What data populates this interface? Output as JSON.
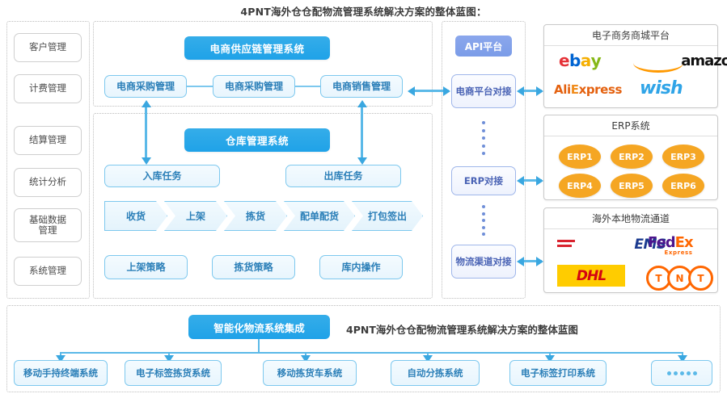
{
  "title": "4PNT海外仓仓配物流管理系统解决方案的整体蓝图：",
  "colors": {
    "header_blue": "#1fa2e8",
    "light_blue_fill": "#e8f5fd",
    "light_blue_border": "#7dc8ee",
    "api_purple": "#7b9ce8",
    "erp_orange": "#f5a623",
    "arrow_blue": "#3aa7e0",
    "dotted_gray": "#bdbdbd"
  },
  "sidebar": {
    "items": [
      {
        "label": "客户管理"
      },
      {
        "label": "计费管理"
      },
      {
        "label": "结算管理"
      },
      {
        "label": "统计分析"
      },
      {
        "label": "基础数据管理"
      },
      {
        "label": "系统管理"
      }
    ]
  },
  "supply_chain": {
    "header": "电商供应链管理系统",
    "modules": [
      {
        "label": "电商采购管理"
      },
      {
        "label": "电商采购管理"
      },
      {
        "label": "电商销售管理"
      }
    ]
  },
  "warehouse": {
    "header": "仓库管理系统",
    "tasks": [
      {
        "label": "入库任务"
      },
      {
        "label": "出库任务"
      }
    ],
    "process_steps": [
      {
        "label": "收货"
      },
      {
        "label": "上架"
      },
      {
        "label": "拣货"
      },
      {
        "label": "配单配货"
      },
      {
        "label": "打包签出"
      }
    ],
    "strategies": [
      {
        "label": "上架策略"
      },
      {
        "label": "拣货策略"
      },
      {
        "label": "库内操作"
      }
    ]
  },
  "api_column": {
    "header": "API平台",
    "connectors": [
      {
        "label": "电商平台对接"
      },
      {
        "label": "ERP对接"
      },
      {
        "label": "物流渠道对接"
      }
    ]
  },
  "panels": {
    "ecommerce": {
      "title": "电子商务商城平台",
      "logos": [
        {
          "name": "ebay-logo",
          "label": "ebay"
        },
        {
          "name": "amazon-logo",
          "label": "amazon.cn"
        },
        {
          "name": "aliexpress-logo",
          "label": "AliExpress"
        },
        {
          "name": "wish-logo",
          "label": "wish"
        }
      ]
    },
    "erp": {
      "title": "ERP系统",
      "items": [
        {
          "label": "ERP1"
        },
        {
          "label": "ERP2"
        },
        {
          "label": "ERP3"
        },
        {
          "label": "ERP4"
        },
        {
          "label": "ERP5"
        },
        {
          "label": "ERP6"
        }
      ]
    },
    "logistics": {
      "title": "海外本地物流通道",
      "logos": [
        {
          "name": "ems-logo",
          "label": "EMS"
        },
        {
          "name": "fedex-logo",
          "label": "FedEx",
          "sub": "Express"
        },
        {
          "name": "dhl-logo",
          "label": "DHL"
        },
        {
          "name": "tnt-logo",
          "label": "TNT"
        }
      ]
    }
  },
  "bottom": {
    "header": "智能化物流系统集成",
    "caption": "4PNT海外仓仓配物流管理系统解决方案的整体蓝图",
    "items": [
      {
        "label": "移动手持终端系统"
      },
      {
        "label": "电子标签拣货系统"
      },
      {
        "label": "移动拣货车系统"
      },
      {
        "label": "自动分拣系统"
      },
      {
        "label": "电子标签打印系统"
      },
      {
        "label": "……"
      }
    ]
  }
}
